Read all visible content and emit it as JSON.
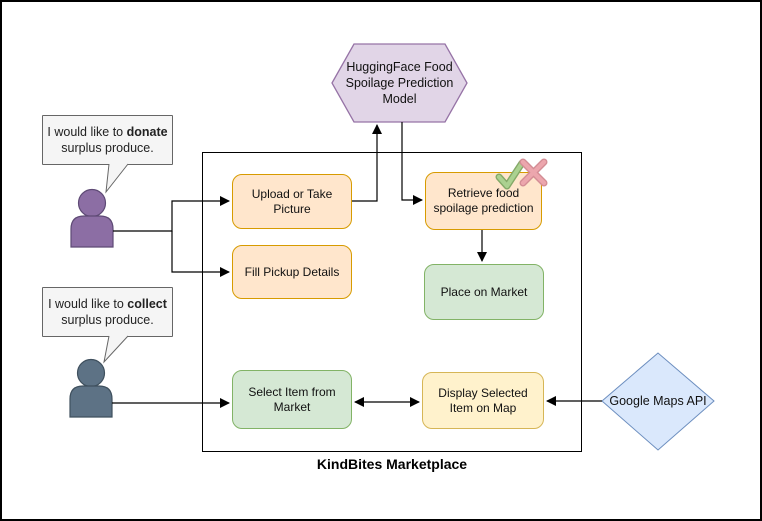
{
  "diagram": {
    "container_label": "KindBites Marketplace",
    "hexagon_label": "HuggingFace Food Spoilage Prediction Model",
    "donor_bubble": {
      "prefix": "I would like to ",
      "bold": "donate",
      "line2": "surplus produce."
    },
    "collector_bubble": {
      "prefix": "I would like to ",
      "bold": "collect",
      "line2": "surplus produce."
    },
    "boxes": {
      "upload": "Upload or Take Picture",
      "fill_pickup": "Fill Pickup Details",
      "retrieve": "Retrieve food spoilage prediction",
      "place": "Place on Market",
      "select": "Select Item from Market",
      "display": "Display Selected Item on Map"
    },
    "external": {
      "google_maps": "Google Maps API"
    },
    "icons": {
      "approval": "check-icon",
      "rejection": "x-icon",
      "donor": "person-icon",
      "collector": "person-icon"
    },
    "colors": {
      "hexagon_fill": "#E1D5E7",
      "hexagon_stroke": "#9673A6",
      "process_fill": "#FFE6CC",
      "process_stroke": "#D79B00",
      "market_fill": "#D5E8D4",
      "market_stroke": "#82B366",
      "display_fill": "#FFF2CC",
      "display_stroke": "#D6B656",
      "api_fill": "#DAE8FC",
      "api_stroke": "#6C8EBF",
      "bubble_fill": "#F5F5F5",
      "bubble_stroke": "#666666",
      "donor_person_fill": "#8C6EA4",
      "donor_person_stroke": "#5E4A75",
      "collector_person_fill": "#5D7285",
      "collector_person_stroke": "#3F505E",
      "check_green": "#ABD190",
      "x_red": "#ECA6AD",
      "line": "#000000"
    }
  }
}
